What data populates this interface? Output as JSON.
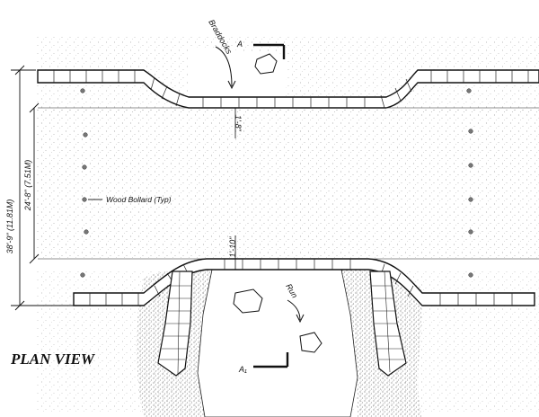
{
  "drawing": {
    "title": "PLAN VIEW",
    "labels": {
      "braddocks": "Braddocks",
      "run": "Run",
      "bollard": "Wood Bollard (Typ)",
      "section_top": "A",
      "section_bottom": "A₁"
    },
    "dimensions": {
      "overall": "38'-9\" (11.81M)",
      "road_width": "24'-8\" (7.51M)",
      "top_gap": "1'-8\"",
      "bottom_gap": "1'-10\""
    }
  }
}
